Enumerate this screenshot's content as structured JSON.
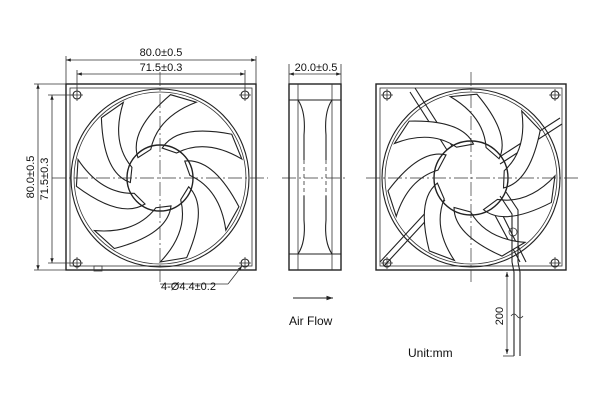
{
  "front_view": {
    "outer_width_dim": "80.0±0.5",
    "hole_spacing_width_dim": "71.5±0.3",
    "outer_height_dim": "80.0±0.5",
    "hole_spacing_height_dim": "71.5±0.3",
    "mounting_hole_dim": "4-Ø4.4±0.2"
  },
  "side_view": {
    "thickness_dim": "20.0±0.5",
    "airflow_label": "Air Flow"
  },
  "rear_view": {
    "lead_length_dim": "200"
  },
  "unit_label": "Unit:mm"
}
